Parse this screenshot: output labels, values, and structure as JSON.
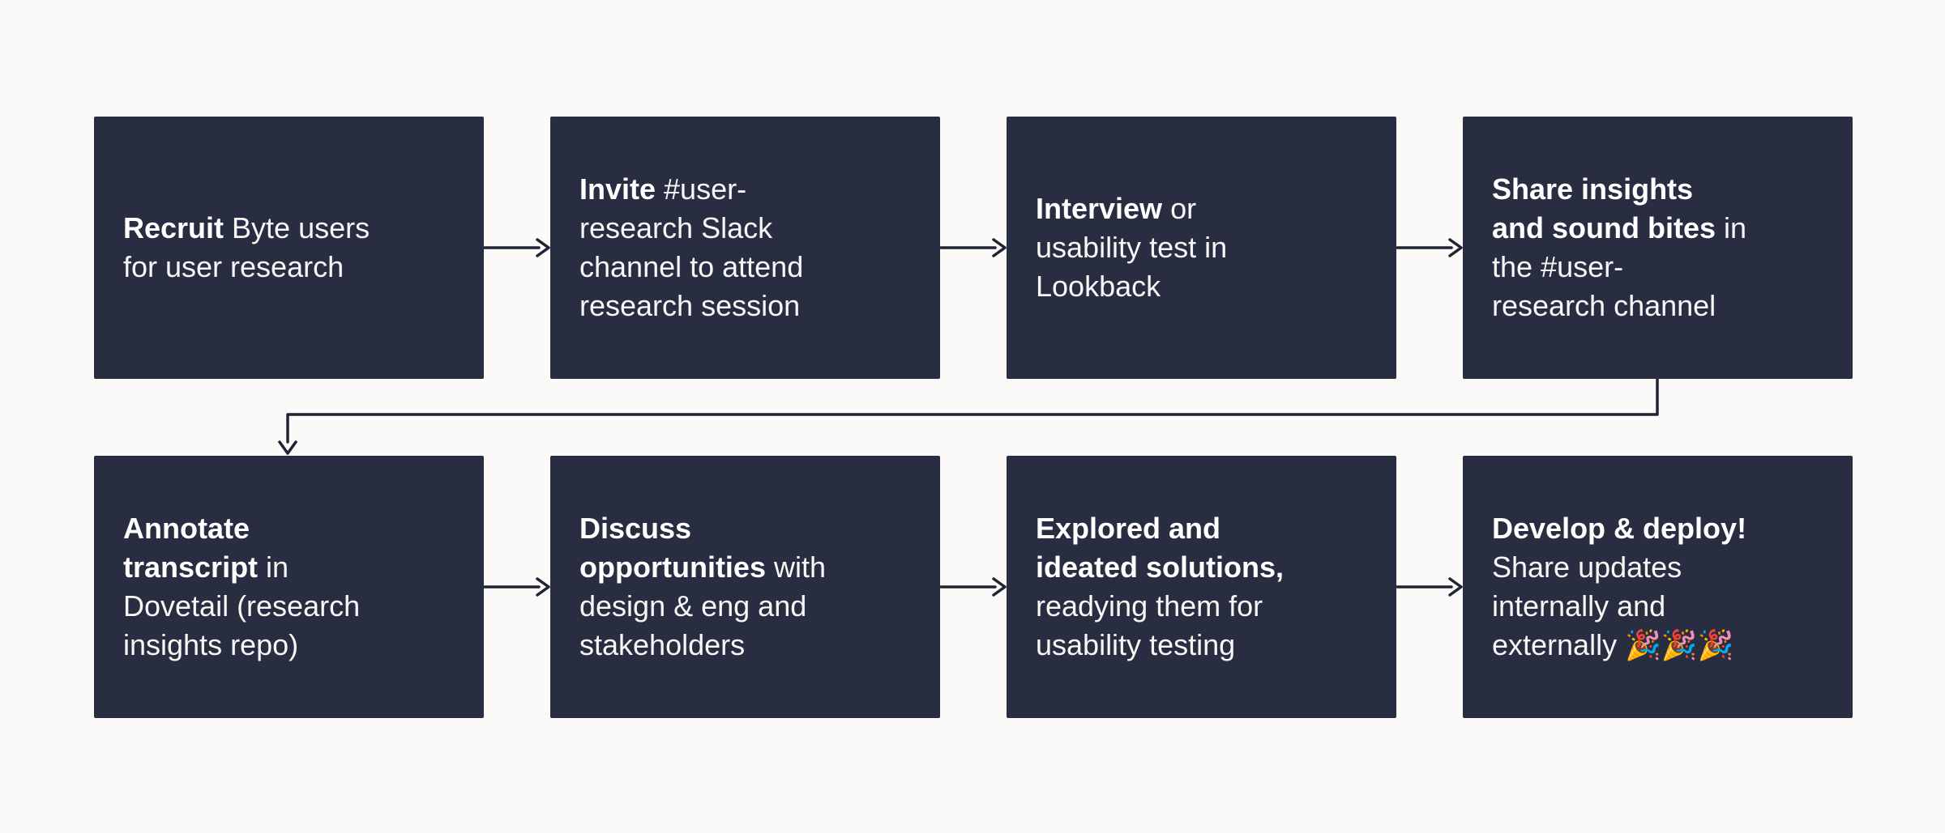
{
  "diagram": {
    "title_hint": "user-research process flowchart",
    "colors": {
      "background": "#FBFAF9",
      "node_fill": "#282D42",
      "node_text": "#F7F7F5",
      "arrow": "#1E2433"
    },
    "boxes": [
      {
        "id": "recruit",
        "bold": "Recruit",
        "rest": " Byte users\nfor user research"
      },
      {
        "id": "invite",
        "bold": "Invite",
        "rest": " #user-\nresearch Slack\nchannel to attend\nresearch session"
      },
      {
        "id": "interview",
        "bold": "Interview",
        "rest": " or\nusability test in\nLookback"
      },
      {
        "id": "share",
        "bold": "Share insights\nand sound bites",
        "rest": " in\nthe #user-\nresearch channel"
      },
      {
        "id": "annotate",
        "bold": "Annotate\ntranscript",
        "rest": " in\nDovetail (research\ninsights repo)"
      },
      {
        "id": "discuss",
        "bold": "Discuss\nopportunities",
        "rest": " with\ndesign & eng and\nstakeholders"
      },
      {
        "id": "explored",
        "bold": "Explored and\nideated solutions,",
        "rest": "\nreadying them for\nusability testing"
      },
      {
        "id": "develop",
        "bold": "Develop & deploy!",
        "rest": "\nShare updates\ninternally and\nexternally 🎉🎉🎉"
      }
    ]
  }
}
